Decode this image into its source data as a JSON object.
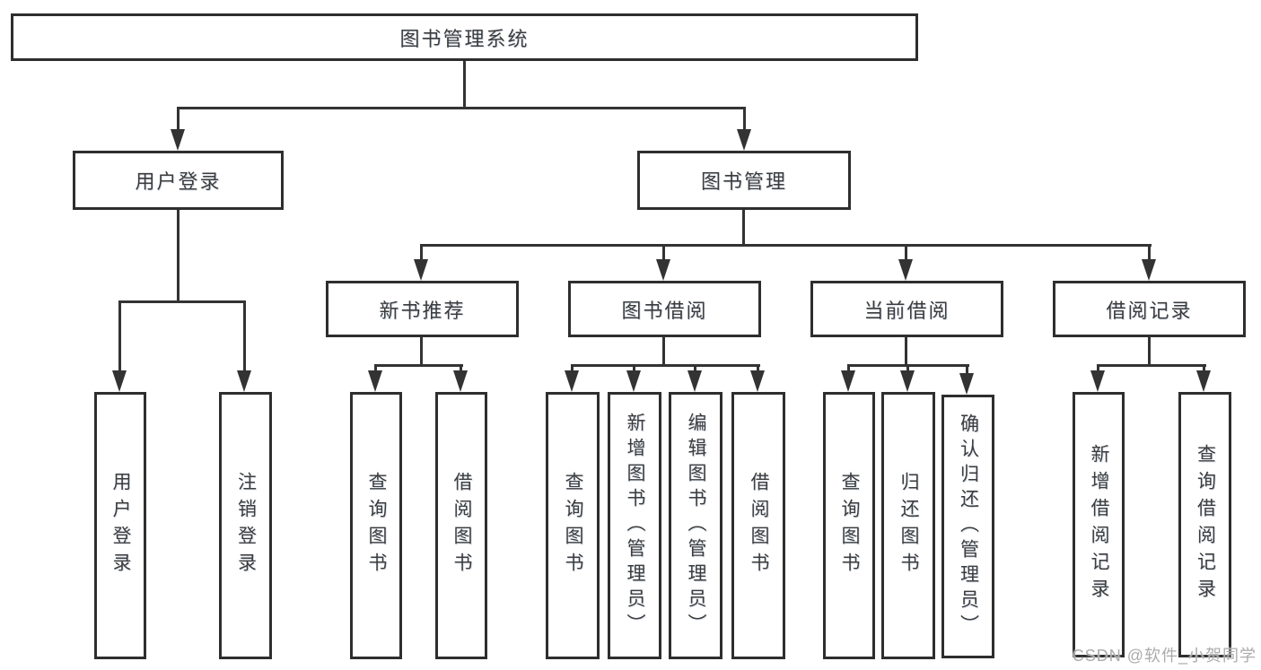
{
  "diagram": {
    "root": {
      "label": "图书管理系统"
    },
    "branches": [
      {
        "label": "用户登录",
        "children": [
          {
            "label": "用户登录"
          },
          {
            "label": "注销登录"
          }
        ]
      },
      {
        "label": "图书管理",
        "children": [
          {
            "label": "新书推荐",
            "children": [
              {
                "label": "查询图书"
              },
              {
                "label": "借阅图书"
              }
            ]
          },
          {
            "label": "图书借阅",
            "children": [
              {
                "label": "查询图书"
              },
              {
                "label": "新增图书（管理员）"
              },
              {
                "label": "编辑图书（管理员）"
              },
              {
                "label": "借阅图书"
              }
            ]
          },
          {
            "label": "当前借阅",
            "children": [
              {
                "label": "查询图书"
              },
              {
                "label": "归还图书"
              },
              {
                "label": "确认归还（管理员）"
              }
            ]
          },
          {
            "label": "借阅记录",
            "children": [
              {
                "label": "新增借阅记录"
              },
              {
                "label": "查询借阅记录"
              }
            ]
          }
        ]
      }
    ]
  },
  "watermark": {
    "text": "CSDN @软件_小贺同学"
  },
  "colors": {
    "line": "#333333",
    "box_border": "#2e2e2e",
    "text": "#3c3c3c",
    "watermark": "#ababab",
    "background": "#ffffff"
  }
}
